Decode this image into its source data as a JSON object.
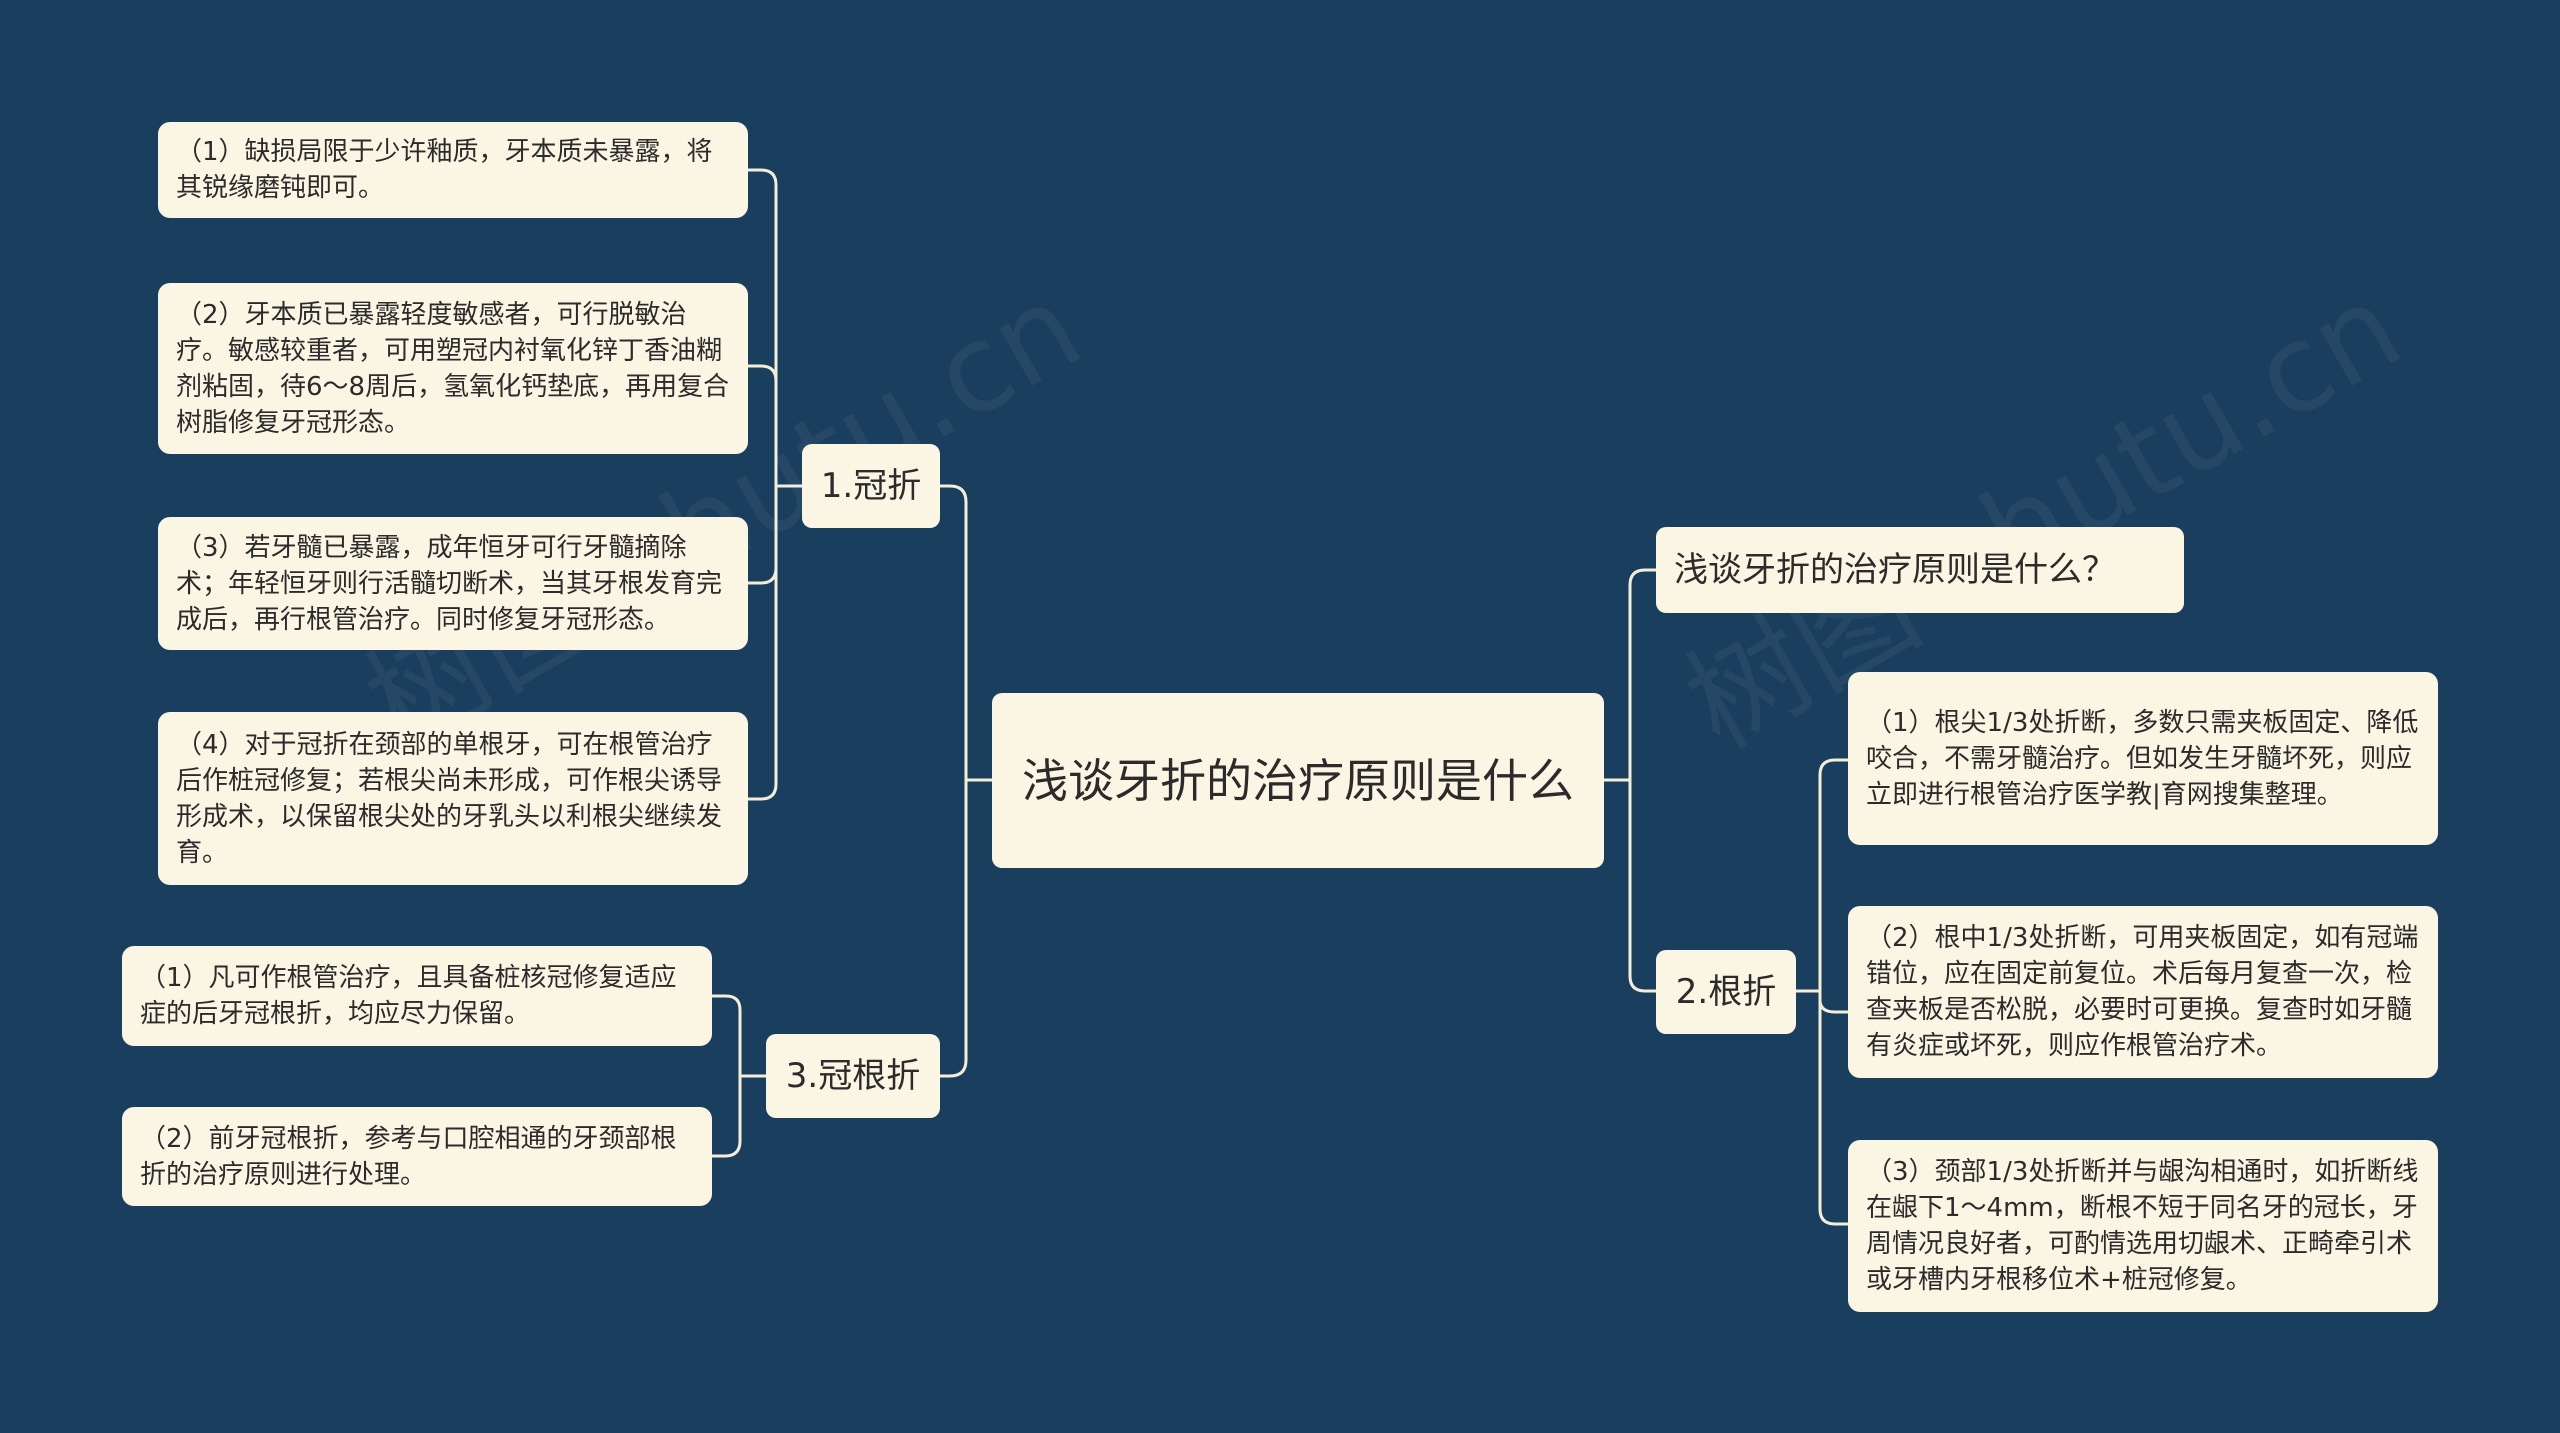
{
  "root": {
    "title": "浅谈牙折的治疗原则是什么"
  },
  "branches": {
    "crown": {
      "label": "1.冠折",
      "items": [
        "（1）缺损局限于少许釉质，牙本质未暴露，将其锐缘磨钝即可。",
        "（2）牙本质已暴露轻度敏感者，可行脱敏治疗。敏感较重者，可用塑冠内衬氧化锌丁香油糊剂粘固，待6～8周后，氢氧化钙垫底，再用复合树脂修复牙冠形态。",
        "（3）若牙髓已暴露，成年恒牙可行牙髓摘除术；年轻恒牙则行活髓切断术，当其牙根发育完成后，再行根管治疗。同时修复牙冠形态。",
        "（4）对于冠折在颈部的单根牙，可在根管治疗后作桩冠修复；若根尖尚未形成，可作根尖诱导形成术，以保留根尖处的牙乳头以利根尖继续发育。"
      ]
    },
    "crown_root": {
      "label": "3.冠根折",
      "items": [
        "（1）凡可作根管治疗，且具备桩核冠修复适应症的后牙冠根折，均应尽力保留。",
        "（2）前牙冠根折，参考与口腔相通的牙颈部根折的治疗原则进行处理。"
      ]
    },
    "question": {
      "label": "浅谈牙折的治疗原则是什么？"
    },
    "root_fracture": {
      "label": "2.根折",
      "items": [
        "（1）根尖1/3处折断，多数只需夹板固定、降低咬合，不需牙髓治疗。但如发生牙髓坏死，则应立即进行根管治疗医学教|育网搜集整理。",
        "（2）根中1/3处折断，可用夹板固定，如有冠端错位，应在固定前复位。术后每月复查一次，检查夹板是否松脱，必要时可更换。复查时如牙髓有炎症或坏死，则应作根管治疗术。",
        "（3）颈部1/3处折断并与龈沟相通时，如折断线在龈下1～4mm，断根不短于同名牙的冠长，牙周情况良好者，可酌情选用切龈术、正畸牵引术或牙槽内牙根移位术+桩冠修复。"
      ]
    }
  },
  "colors": {
    "background": "#1a3e5e",
    "node_fill": "#fbf6e3",
    "connector": "#f4eed8",
    "text": "#2b2b2b"
  }
}
